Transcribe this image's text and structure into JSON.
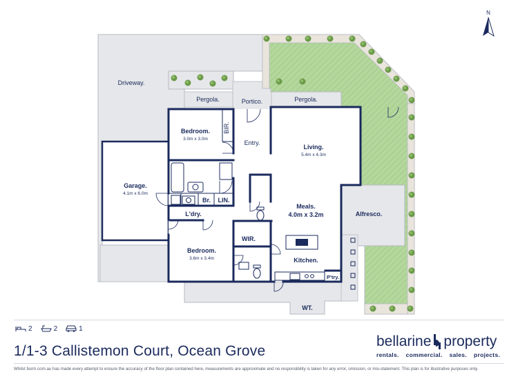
{
  "compass": {
    "label": "N"
  },
  "rooms": {
    "driveway": "Driveway.",
    "pergola_left": "Pergola.",
    "portico": "Portico.",
    "pergola_right": "Pergola.",
    "bedroom1": "Bedroom.",
    "bedroom1_dim": "3.0m x 3.0m",
    "bir": "BIR.",
    "entry": "Entry.",
    "living": "Living.",
    "living_dim": "5.4m x 4.3m",
    "garage": "Garage.",
    "garage_dim": "4.1m x 6.0m",
    "br": "Br.",
    "lin": "LIN.",
    "laundry": "L'dry.",
    "meals": "Meals.",
    "meals_dim": "4.0m x 3.2m",
    "alfresco": "Alfresco.",
    "wir": "WIR.",
    "bedroom2": "Bedroom.",
    "bedroom2_dim": "3.6m x 3.4m",
    "kitchen": "Kitchen.",
    "pantry": "P'try.",
    "wt": "WT."
  },
  "specs": {
    "bedrooms": "2",
    "bathrooms": "2",
    "cars": "1",
    "bed_icon": "bed-icon",
    "bath_icon": "bath-icon",
    "car_icon": "car-icon"
  },
  "listing": {
    "address": "1/1-3 Callistemon Court, Ocean Grove"
  },
  "brand": {
    "name_left": "bellarine",
    "name_right": "property",
    "tagline": [
      "rentals.",
      "commercial.",
      "sales.",
      "projects."
    ]
  },
  "disclaimer": "Whilst bsrm.com.au has made every attempt to ensure the accuracy of the floor plan contained here, measurements are approximate and no responsibility is taken for any error, omission, or mis-statement. This plan is for illustrative purposes only.",
  "colors": {
    "wall": "#1a2a5c",
    "lawn": "#a9cf8f",
    "paving": "#e6e7ea",
    "plant": "#6b9a49"
  }
}
